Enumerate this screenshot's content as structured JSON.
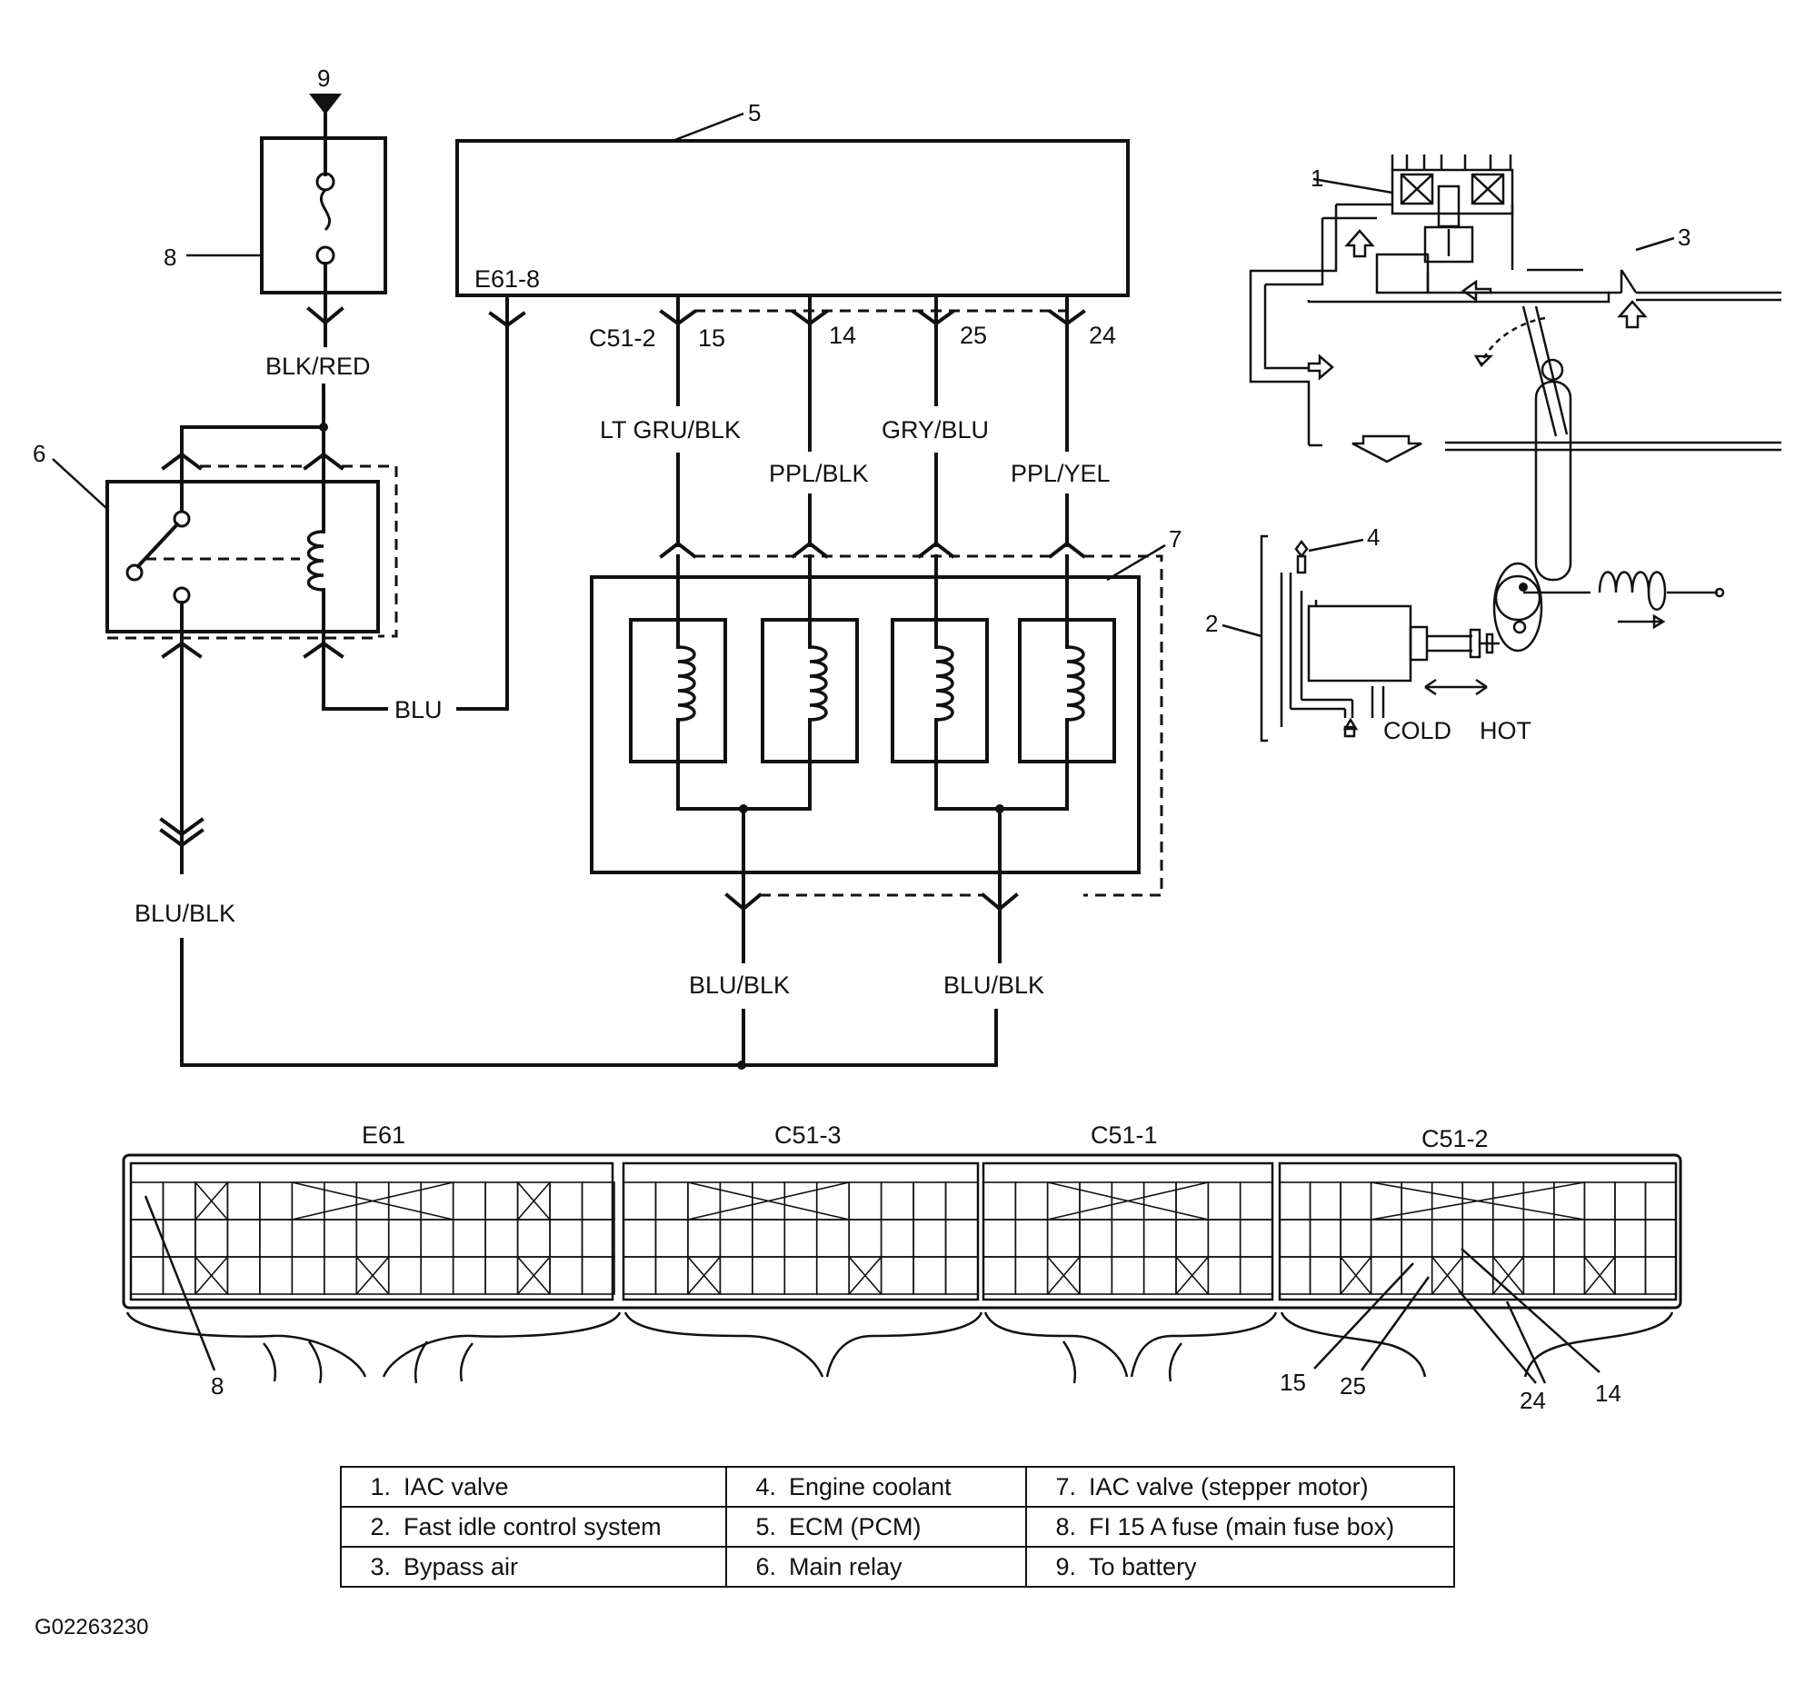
{
  "figure_id": "G02263230",
  "callouts": [
    "1",
    "2",
    "3",
    "4",
    "5",
    "6",
    "7",
    "8",
    "9"
  ],
  "wires": {
    "fuse_out": "BLK/RED",
    "relay_ctrl": "BLU",
    "relay_out": "BLU/BLK",
    "w15": "LT GRU/BLK",
    "w14": "PPL/BLK",
    "w25": "GRY/BLU",
    "w24": "PPL/YEL",
    "iac_gnd_a": "BLU/BLK",
    "iac_gnd_b": "BLU/BLK"
  },
  "terminals": {
    "ecm_e61": "E61-8",
    "ecm_c51": "C51-2",
    "t15": "15",
    "t14": "14",
    "t25": "25",
    "t24": "24"
  },
  "fast_idle": {
    "cold": "COLD",
    "hot": "HOT"
  },
  "connectors": {
    "names": [
      "E61",
      "C51-3",
      "C51-1",
      "C51-2"
    ],
    "pins": [
      "8",
      "15",
      "25",
      "24",
      "14"
    ]
  },
  "legend": [
    [
      {
        "n": "1.",
        "t": "IAC valve"
      },
      {
        "n": "4.",
        "t": "Engine coolant"
      },
      {
        "n": "7.",
        "t": "IAC valve (stepper motor)"
      }
    ],
    [
      {
        "n": "2.",
        "t": "Fast idle control system"
      },
      {
        "n": "5.",
        "t": "ECM (PCM)"
      },
      {
        "n": "8.",
        "t": "FI 15 A fuse (main fuse box)"
      }
    ],
    [
      {
        "n": "3.",
        "t": "Bypass air"
      },
      {
        "n": "6.",
        "t": "Main relay"
      },
      {
        "n": "9.",
        "t": "To battery"
      }
    ]
  ]
}
